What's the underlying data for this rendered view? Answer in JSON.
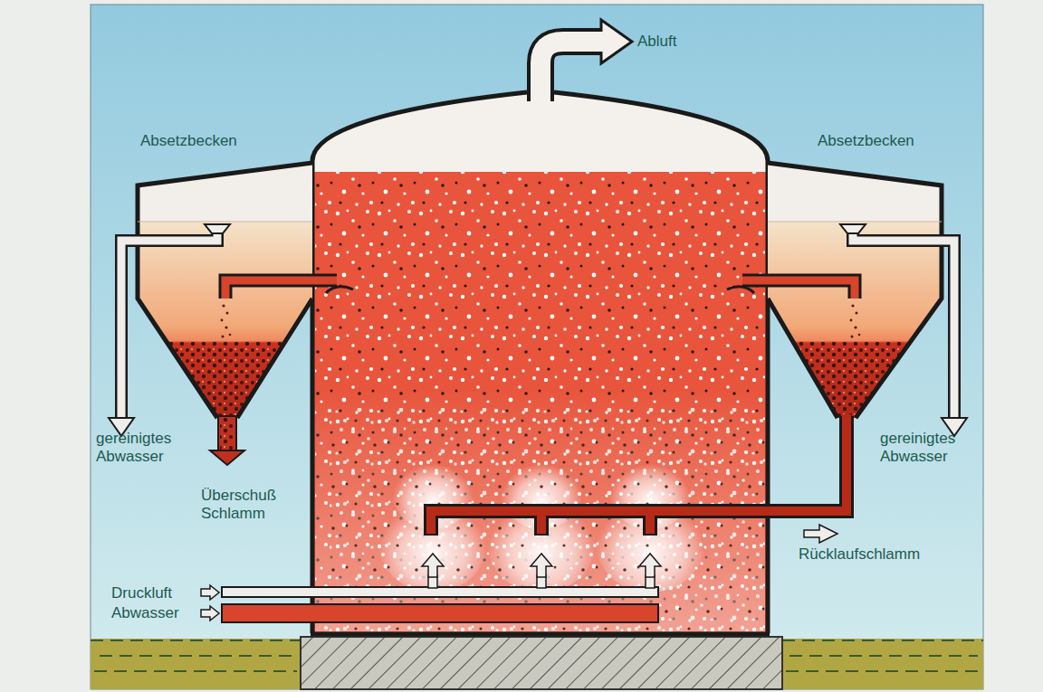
{
  "diagram": {
    "labels": [
      "Abluft",
      "Absetzbecken",
      "Absetzbecken",
      "gereinigtes Abwasser",
      "gereinigtes Abwasser",
      "Überschuß Schlamm",
      "Rücklaufschlamm",
      "Druckluft",
      "Abwasser"
    ]
  }
}
